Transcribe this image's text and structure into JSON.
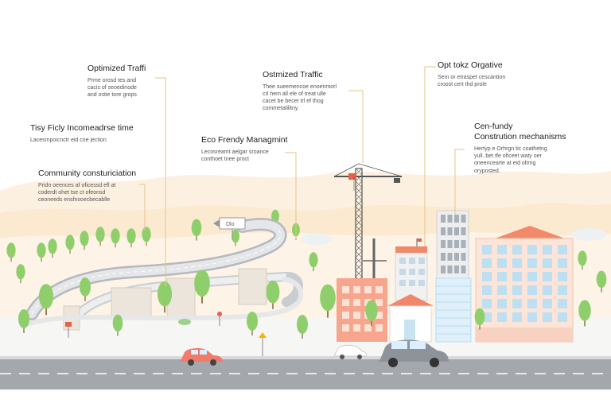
{
  "callouts": [
    {
      "title": "Optimized Traffi",
      "lines": [
        "Prme orosd tes and",
        "cacis of seoedinode",
        "and ostie tore grops"
      ]
    },
    {
      "title": "Tisy Ficly Incomeadrse time",
      "lines": [
        "Lacesmpoicnctr eid cne jection"
      ]
    },
    {
      "title": "Community consturiciation",
      "lines": [
        "Pridn oeences af oficessd efl at",
        "coderdt ohet tse ct ofeonsd",
        "ceoneeds ensfnsoecbecablle"
      ]
    },
    {
      "title": "Ostmized Traffic",
      "lines": [
        "Thee sueemencoe enoenmorl",
        "crl hem all ele of treat ulle",
        "cacet be becet trl ef thog",
        "commetalilitny."
      ]
    },
    {
      "title": "Eco Frendy Managmint",
      "lines": [
        "Lecosreamt aelgar sroance",
        "conthoet tnee proct"
      ]
    },
    {
      "title": "Opt tokz Orgative",
      "lines": [
        "Sem or etraspet cescantion",
        "croost cert thd prole"
      ]
    },
    {
      "title": "Cen-fundy",
      "lines": []
    },
    {
      "title": "Constrution mechanisms",
      "lines": [
        "Hertyp e Orhrgn tic coathetng",
        "yull. bet tfe oficeet waty oer",
        "oneencearte at eid oltrng",
        "oryposted."
      ]
    }
  ],
  "signs": {
    "billboard": "Dlo"
  },
  "colors": {
    "accent_orange": "#f08a6a",
    "tree_green": "#8fcf6b",
    "road_gray": "#9a9ea4",
    "window_blue": "#bcdff2",
    "hill_cream": "#fbecd6"
  }
}
